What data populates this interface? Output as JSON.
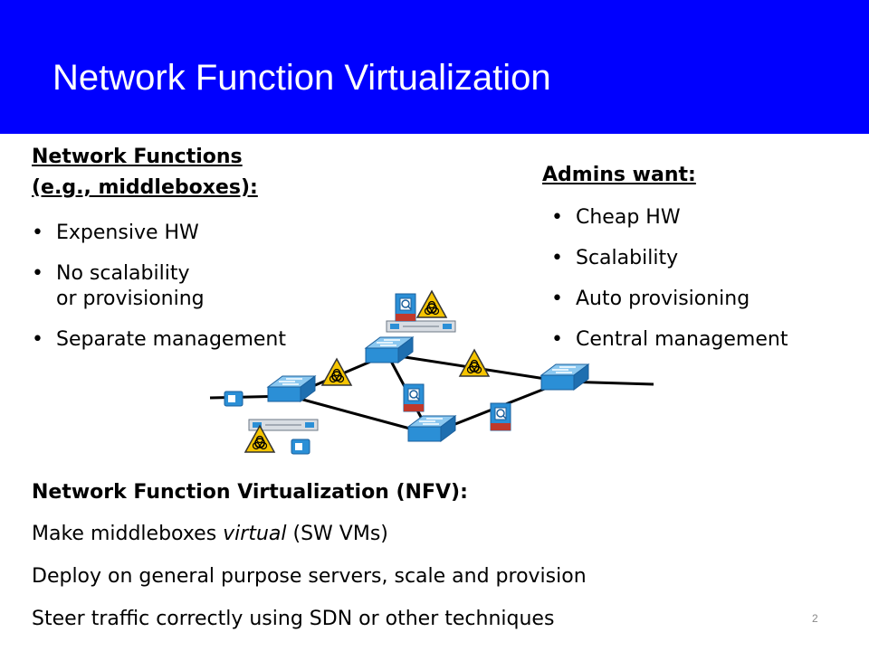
{
  "slide": {
    "title": "Network Function Virtualization",
    "page_number": "2"
  },
  "left": {
    "heading_line1": "Network Functions",
    "heading_line2": "(e.g., middleboxes):",
    "bullets": [
      "Expensive HW",
      "No scalability",
      "or provisioning",
      "Separate management"
    ]
  },
  "right": {
    "heading": "Admins want:",
    "bullets": [
      "Cheap HW",
      "Scalability",
      "Auto provisioning",
      "Central management"
    ]
  },
  "nfv": {
    "heading": "Network Function Virtualization (NFV):",
    "line1_prefix": "Make middleboxes ",
    "line1_emph": "virtual",
    "line1_suffix": " (SW VMs)",
    "line2": "Deploy on general purpose servers, scale and provision",
    "line3": "Steer traffic correctly using SDN or other techniques"
  },
  "colors": {
    "header_bg": "#0000ff",
    "title_text": "#ffffff",
    "switch_blue": "#2b8fd6",
    "hazard_yellow": "#f5c400"
  },
  "icons": [
    "network-switch-icon",
    "biohazard-icon",
    "firewall-inspection-icon",
    "server-rack-icon",
    "cloud-terminal-icon"
  ]
}
